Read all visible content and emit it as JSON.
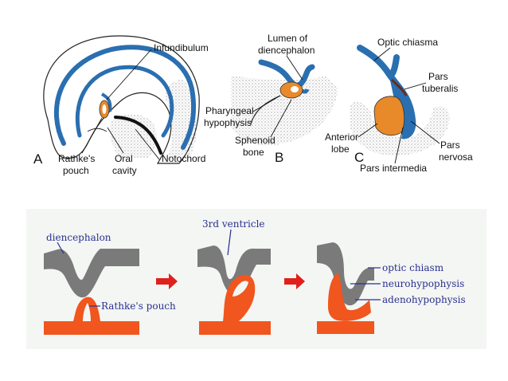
{
  "top_figure": {
    "panel_a": {
      "letter": "A",
      "infundibulum": "Infundibulum",
      "rathkes_pouch_1": "Rathke's",
      "rathkes_pouch_2": "pouch",
      "oral_cavity_1": "Oral",
      "oral_cavity_2": "cavity",
      "notochord": "Notochord"
    },
    "panel_b": {
      "letter": "B",
      "lumen_1": "Lumen of",
      "lumen_2": "diencephalon",
      "pharyngeal_1": "Pharyngeal",
      "pharyngeal_2": "hypophysis",
      "sphenoid_1": "Sphenoid",
      "sphenoid_2": "bone"
    },
    "panel_c": {
      "letter": "C",
      "optic_chiasma": "Optic chiasma",
      "pars_tuberalis_1": "Pars",
      "pars_tuberalis_2": "tuberalis",
      "anterior_lobe_1": "Anterior",
      "anterior_lobe_2": "lobe",
      "pars_nervosa_1": "Pars",
      "pars_nervosa_2": "nervosa",
      "pars_intermedia": "Pars intermedia"
    }
  },
  "bottom_figure": {
    "diencephalon": "diencephalon",
    "rathkes_pouch": "Rathke's pouch",
    "third_ventricle": "3rd ventricle",
    "optic_chiasm": "optic chiasm",
    "neurohypophysis": "neurohypophysis",
    "adenohypophysis": "adenohypophysis"
  },
  "colors": {
    "neural_blue": "#2a6fb0",
    "pouch_orange": "#e8892a",
    "gray_tissue": "#7a7a7a",
    "orange_tissue": "#f0561e",
    "arrow_red": "#e0201a",
    "label_blue": "#2b2f8f"
  }
}
